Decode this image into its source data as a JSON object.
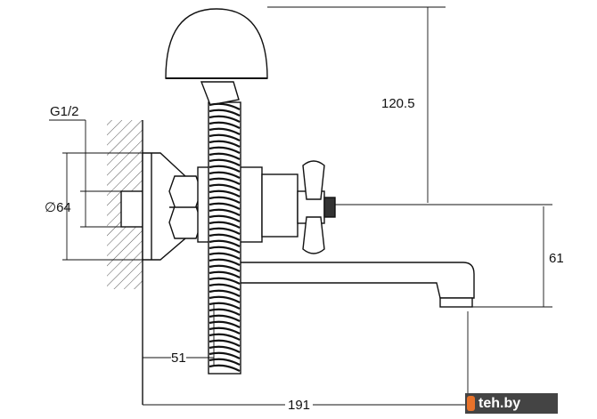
{
  "dimensions": {
    "thread": "G1/2",
    "flange_diameter": "∅64",
    "height_head": "120.5",
    "height_spout": "61",
    "offset_hose": "51",
    "spout_length": "191"
  },
  "watermark": {
    "text": "teh.by",
    "color": "#444444",
    "accent": "#e8722a"
  }
}
